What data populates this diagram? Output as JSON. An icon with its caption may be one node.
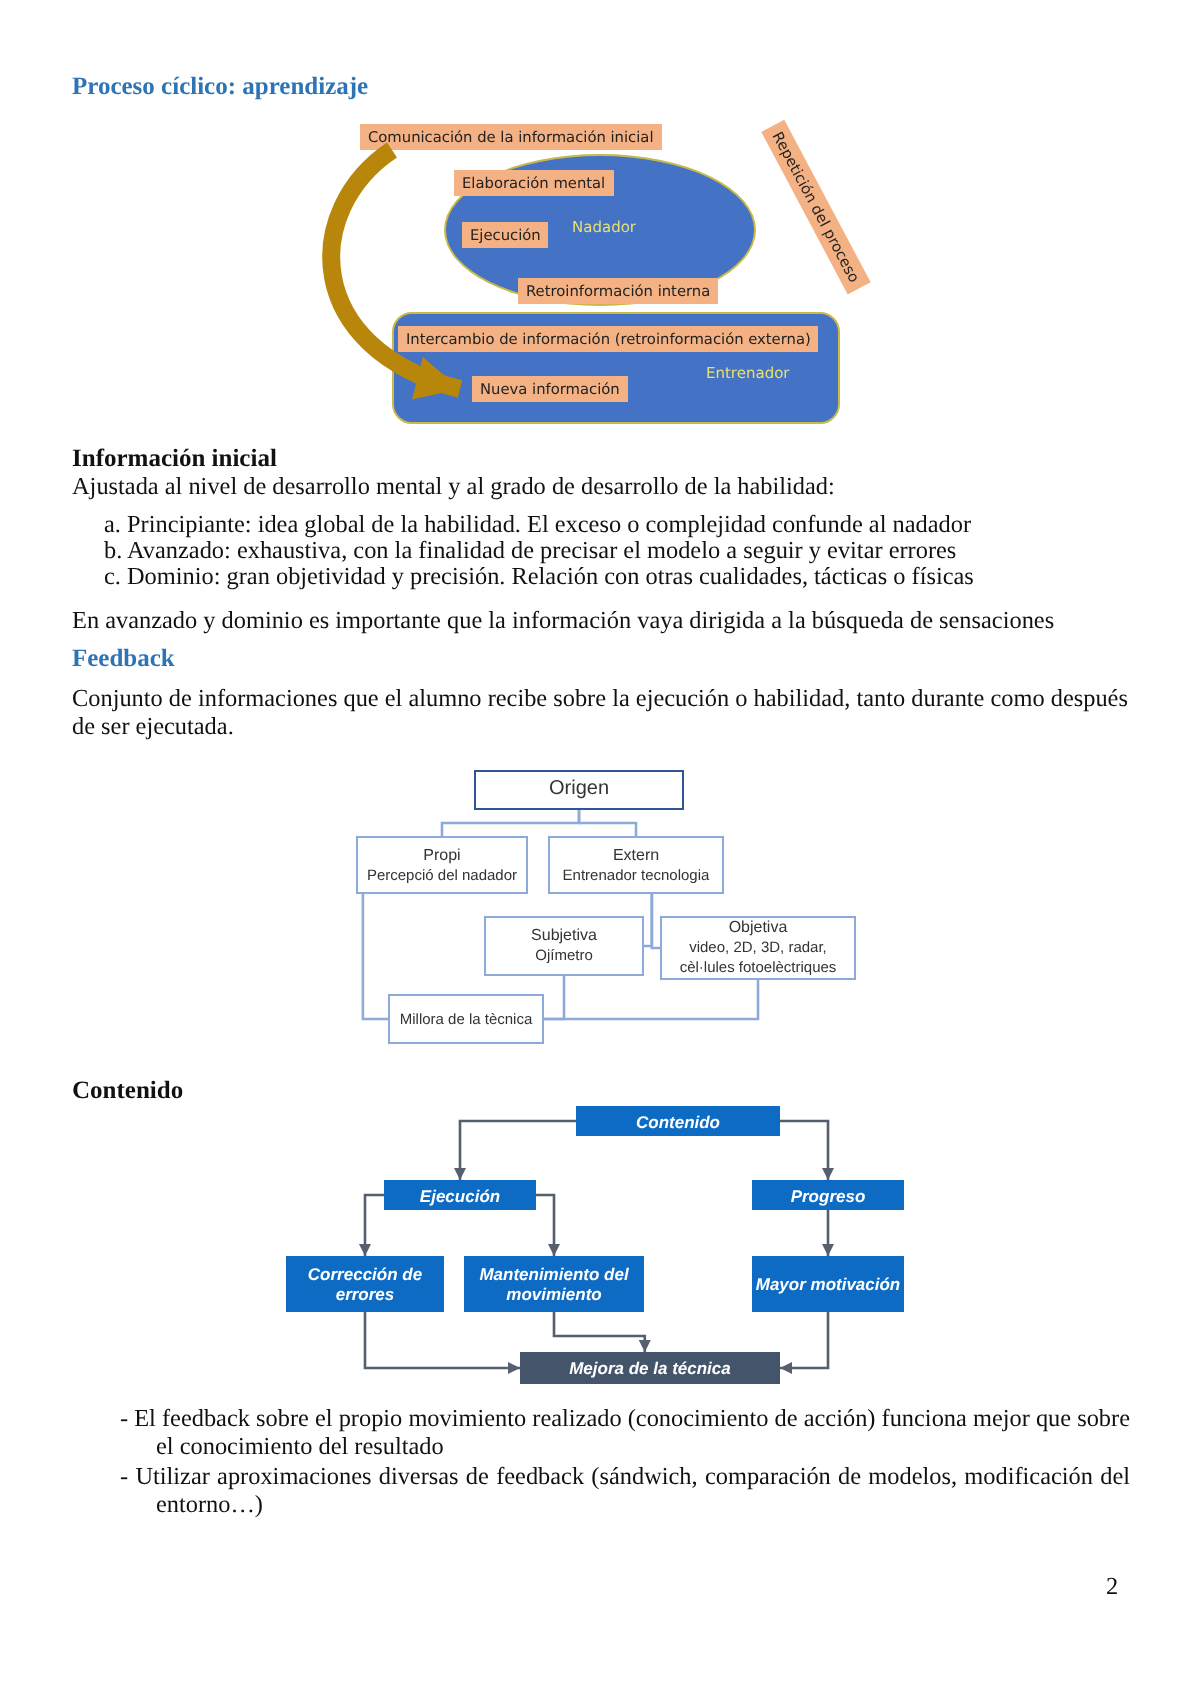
{
  "diagram": {
    "title": "Proceso cíclico: aprendizaje",
    "nodes": [
      {
        "text": [
          "Comunicación de la información inicial"
        ]
      },
      {
        "text": [
          "Nadador"
        ]
      },
      {
        "text": [
          "Elaboración mental"
        ],
        "in": 1
      },
      {
        "text": [
          "Ejecución"
        ],
        "in": 1
      },
      {
        "text": [
          "Repetición del proceso"
        ]
      },
      {
        "text": [
          "Retroinformación interna"
        ],
        "in": 1
      },
      {
        "text": [
          "Entrenador"
        ]
      },
      {
        "text": [
          "Intercambio de información (retroinformación externa)"
        ],
        "in": 6
      },
      {
        "text": [
          "Nueva información"
        ],
        "in": 6
      },
      {
        "text": [
          "Origen"
        ]
      },
      {
        "text": [
          "Propi",
          "Percepció del nadador"
        ]
      },
      {
        "text": [
          "Extern",
          "Entrenador tecnologia"
        ]
      },
      {
        "text": [
          "Subjetiva",
          "Ojímetro"
        ]
      },
      {
        "text": [
          "Objetiva",
          "video, 2D, 3D, radar, cèl·lules fotoelèctriques"
        ]
      },
      {
        "text": [
          "Millora de la tècnica"
        ]
      },
      {
        "text": [
          "Contenido"
        ]
      },
      {
        "text": [
          "Ejecución"
        ]
      },
      {
        "text": [
          "Progreso"
        ]
      },
      {
        "text": [
          "Corrección de errores"
        ]
      },
      {
        "text": [
          "Mantenimiento del movimiento"
        ]
      },
      {
        "text": [
          "Mayor motivación"
        ]
      },
      {
        "text": [
          "Mejora de la técnica"
        ]
      }
    ],
    "edges": [
      {
        "from": 0,
        "to": 8,
        "arrow": "to",
        "style": "thick",
        "color": "#b8860b"
      },
      {
        "from": 9,
        "to": 10,
        "arrow": "none",
        "color": "#8eaadb"
      },
      {
        "from": 9,
        "to": 11,
        "arrow": "none",
        "color": "#8eaadb"
      },
      {
        "from": 11,
        "to": 12,
        "arrow": "none",
        "color": "#8eaadb"
      },
      {
        "from": 11,
        "to": 13,
        "arrow": "none",
        "color": "#8eaadb"
      },
      {
        "from": 10,
        "to": 14,
        "arrow": "none",
        "color": "#8eaadb"
      },
      {
        "from": 12,
        "to": 14,
        "arrow": "none",
        "color": "#8eaadb"
      },
      {
        "from": 13,
        "to": 14,
        "arrow": "none",
        "color": "#8eaadb"
      },
      {
        "from": 15,
        "to": 16,
        "arrow": "to"
      },
      {
        "from": 15,
        "to": 17,
        "arrow": "to"
      },
      {
        "from": 16,
        "to": 18,
        "arrow": "to"
      },
      {
        "from": 16,
        "to": 19,
        "arrow": "to"
      },
      {
        "from": 17,
        "to": 20,
        "arrow": "to"
      },
      {
        "from": 18,
        "to": 21,
        "arrow": "to"
      },
      {
        "from": 19,
        "to": 21,
        "arrow": "to"
      },
      {
        "from": 20,
        "to": 21,
        "arrow": "to"
      }
    ],
    "labels": [
      "Información inicial",
      "Ajustada al nivel de desarrollo mental y al grado de desarrollo de la habilidad:",
      "a. Principiante: idea global de la habilidad. El exceso o complejidad confunde al nadador",
      "b. Avanzado: exhaustiva, con la finalidad de precisar el modelo a seguir y evitar errores",
      "c. Dominio: gran objetividad y precisión. Relación con otras cualidades, tácticas o físicas",
      "En avanzado y dominio es importante que la información vaya dirigida a la búsqueda de sensaciones",
      "Feedback",
      "Conjunto de informaciones que el alumno recibe sobre la ejecución o habilidad, tanto durante como después de ser ejecutada.",
      "Contenido",
      "- El feedback sobre el propio movimiento realizado (conocimiento de acción) funciona mejor que sobre el conocimiento del resultado",
      "- Utilizar aproximaciones diversas de feedback (sándwich, comparación de modelos, modificación del entorno…)",
      "2"
    ]
  }
}
